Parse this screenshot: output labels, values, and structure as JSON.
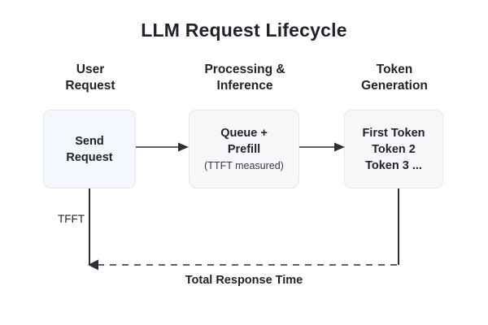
{
  "diagram": {
    "title": "LLM Request Lifecycle",
    "stroke_color": "#2b2f38",
    "text_color": "#20232b",
    "columns": [
      {
        "heading_line1": "User",
        "heading_line2": "Request",
        "box": {
          "lines": [
            "Send",
            "Request"
          ],
          "fill": "#f4f8fe",
          "border": "#e3e8ef"
        }
      },
      {
        "heading_line1": "Processing &",
        "heading_line2": "Inference",
        "box": {
          "lines": [
            "Queue +",
            "Prefill"
          ],
          "sublabel": "(TTFT measured)",
          "fill": "#f6f7f9",
          "border": "#e6e8ec"
        }
      },
      {
        "heading_line1": "Token",
        "heading_line2": "Generation",
        "box": {
          "lines": [
            "First Token",
            "Token 2",
            "Token 3 ..."
          ],
          "fill": "#f6f7f9",
          "border": "#e6e8ec"
        }
      }
    ],
    "annotations": {
      "ttft_label": "TFFT",
      "total_label": "Total Response Time"
    },
    "connectors": {
      "arrow_1": "arrow-right-icon",
      "arrow_2": "arrow-right-icon",
      "return": "dashed-arrow-left-icon"
    }
  }
}
